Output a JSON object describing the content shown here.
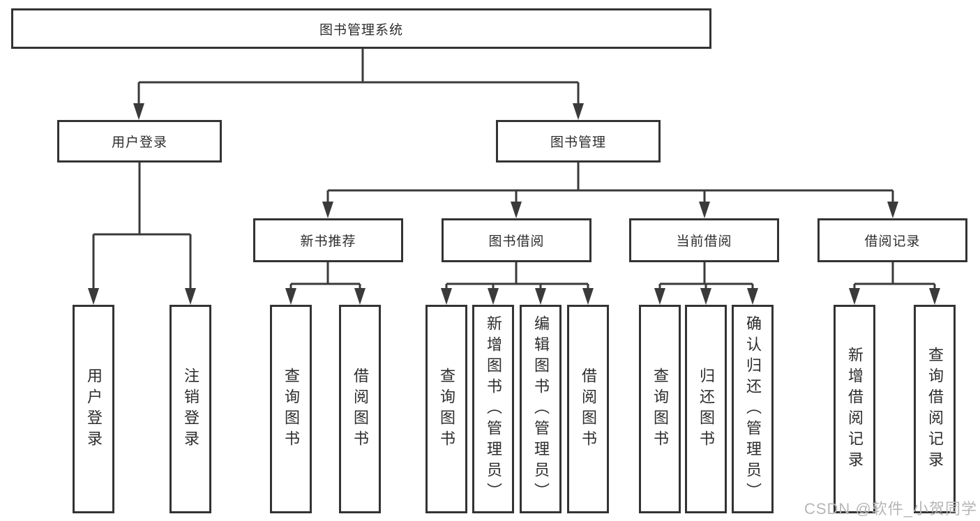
{
  "diagram": {
    "type": "hierarchy-tree",
    "tree": {
      "root": {
        "label": "图书管理系统",
        "children": [
          {
            "label": "用户登录",
            "children": [
              {
                "label": "用户登录"
              },
              {
                "label": "注销登录"
              }
            ]
          },
          {
            "label": "图书管理",
            "children": [
              {
                "label": "新书推荐",
                "children": [
                  {
                    "label": "查询图书"
                  },
                  {
                    "label": "借阅图书"
                  }
                ]
              },
              {
                "label": "图书借阅",
                "children": [
                  {
                    "label": "查询图书"
                  },
                  {
                    "label": "新增图书（管理员）"
                  },
                  {
                    "label": "编辑图书（管理员）"
                  },
                  {
                    "label": "借阅图书"
                  }
                ]
              },
              {
                "label": "当前借阅",
                "children": [
                  {
                    "label": "查询图书"
                  },
                  {
                    "label": "归还图书"
                  },
                  {
                    "label": "确认归还（管理员）"
                  }
                ]
              },
              {
                "label": "借阅记录",
                "children": [
                  {
                    "label": "新增借阅记录"
                  },
                  {
                    "label": "查询借阅记录"
                  }
                ]
              }
            ]
          }
        ]
      }
    },
    "colors": {
      "line": "#3a3a3a",
      "box_border": "#333333",
      "text": "#2d2d2d",
      "background": "#ffffff",
      "watermark_text_color": "#b6b6b6"
    }
  },
  "watermark": {
    "text": "CSDN @软件_小贺同学"
  }
}
